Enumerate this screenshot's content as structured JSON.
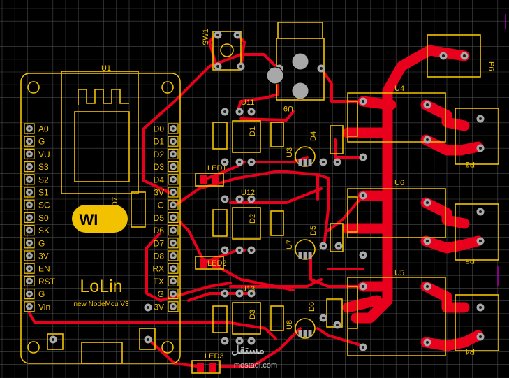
{
  "colors": {
    "background": "#000000",
    "grid": "#4a4a4a",
    "silkscreen": "#f2c200",
    "copper": "#e8001c",
    "pad": "#a8a8a8",
    "hole": "#1a1a1a",
    "magenta": "#b000b0"
  },
  "module": {
    "ref": "U1",
    "brand": "LoLin",
    "subtitle": "new NodeMcu V3",
    "left_pins": [
      "A0",
      "G",
      "VU",
      "S3",
      "S2",
      "S1",
      "SC",
      "S0",
      "SK",
      "G",
      "3V",
      "EN",
      "RST",
      "G",
      "Vin"
    ],
    "right_pins": [
      "D0",
      "D1",
      "D2",
      "D3",
      "D4",
      "3V",
      "G",
      "D5",
      "D6",
      "D7",
      "D8",
      "RX",
      "TX",
      "G",
      "3V"
    ],
    "logo_text": "WI"
  },
  "labels": {
    "sw1": "SW1",
    "u11": "U11",
    "u12": "U12",
    "u13": "U13",
    "u9": "U9",
    "d1": "D1",
    "d2": "D2",
    "d3": "D3",
    "d4": "D4",
    "d5": "D5",
    "d6": "D6",
    "d7": "D7",
    "u3": "U3",
    "u7": "U7",
    "u8": "U8",
    "led1": "LED1",
    "led2": "LED2",
    "led3": "LED3",
    "u4": "U4",
    "u5": "U5",
    "u6": "U6",
    "p3": "P3",
    "p4": "P4",
    "p5": "P5",
    "p6": "P6"
  },
  "watermark": {
    "arabic": "مستقل",
    "domain": "mostaql.com"
  }
}
